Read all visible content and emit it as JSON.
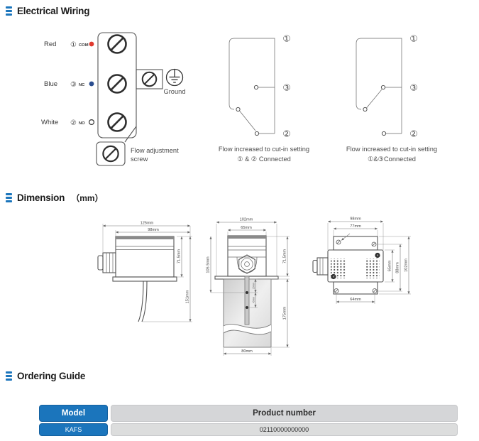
{
  "headers": {
    "wiring": "Electrical Wiring",
    "dimension": "Dimension",
    "dimension_unit": "（mm）",
    "ordering": "Ordering Guide"
  },
  "wiring": {
    "rows": [
      {
        "name": "Red",
        "num": "①",
        "contact": "COM"
      },
      {
        "name": "Blue",
        "num": "③",
        "contact": "NC"
      },
      {
        "name": "White",
        "num": "②",
        "contact": "NO"
      }
    ],
    "ground_label": "Ground",
    "flow_screw_line1": "Flow adjustment",
    "flow_screw_line2": "screw",
    "sch1": {
      "top": "①",
      "mid": "③",
      "bot": "②",
      "cap1": "Flow increased to cut-in setting",
      "cap2": "① & ② Connected"
    },
    "sch2": {
      "top": "①",
      "mid": "③",
      "bot": "②",
      "cap1": "Flow increased to cut-in setting",
      "cap2": "①&③Connected"
    }
  },
  "dims": {
    "side": {
      "overall_w": "125mm",
      "body_w": "98mm",
      "body_h": "71.5mm",
      "total_h": "151mm"
    },
    "front": {
      "overall_w": "102mm",
      "body_w": "65mm",
      "left_h": "105.5mm",
      "body_h": "71.5mm",
      "paddle_h": "175mm",
      "paddle_w": "80mm",
      "stem_a": "25mm",
      "stem_b": "45mm"
    },
    "back": {
      "overall_w": "98mm",
      "plate_w": "77mm",
      "body_h": "65mm",
      "mount_h": "88mm",
      "total_h": "102mm",
      "hole_w": "64mm"
    }
  },
  "table": {
    "col_model": "Model",
    "col_product": "Product number",
    "model": "KAFS",
    "product": "02110000000000"
  },
  "colors": {
    "accent_blue": "#1b75bc",
    "red_terminal": "#e03a2f",
    "blue_terminal": "#2a4d8f",
    "table_header_gray": "#d5d6d8",
    "table_row_gray": "#dcdddd"
  }
}
